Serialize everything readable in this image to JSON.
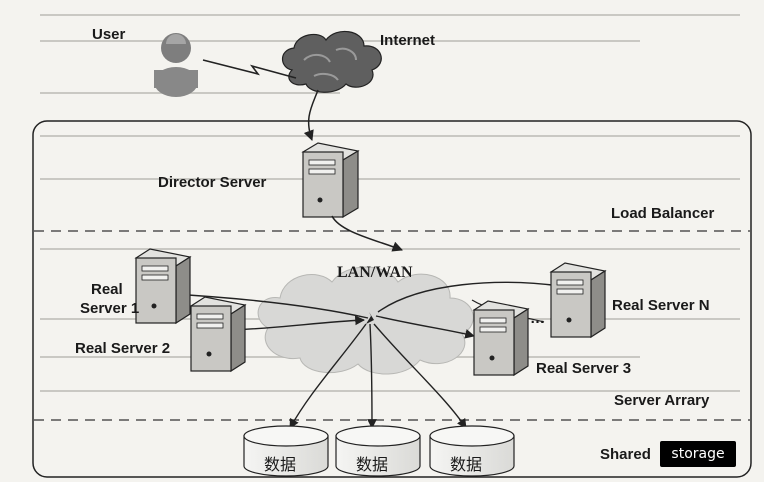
{
  "labels": {
    "user": "User",
    "internet": "Internet",
    "director": "Director Server",
    "load_balancer": "Load Balancer",
    "lan_wan": "LAN/WAN",
    "real1_a": "Real",
    "real1_b": "Server 1",
    "real2": "Real Server 2",
    "real3": "Real Server 3",
    "realN": "Real Server N",
    "ellipsis": "…",
    "server_array": "Server Arrary",
    "shared": "Shared",
    "storage": "storage"
  },
  "storage_units": [
    "数据",
    "数据",
    "数据"
  ],
  "colors": {
    "outline": "#222222",
    "server_body": "#c9c8c4",
    "server_side": "#8e8d89",
    "cloud": "#d8d8d6"
  }
}
